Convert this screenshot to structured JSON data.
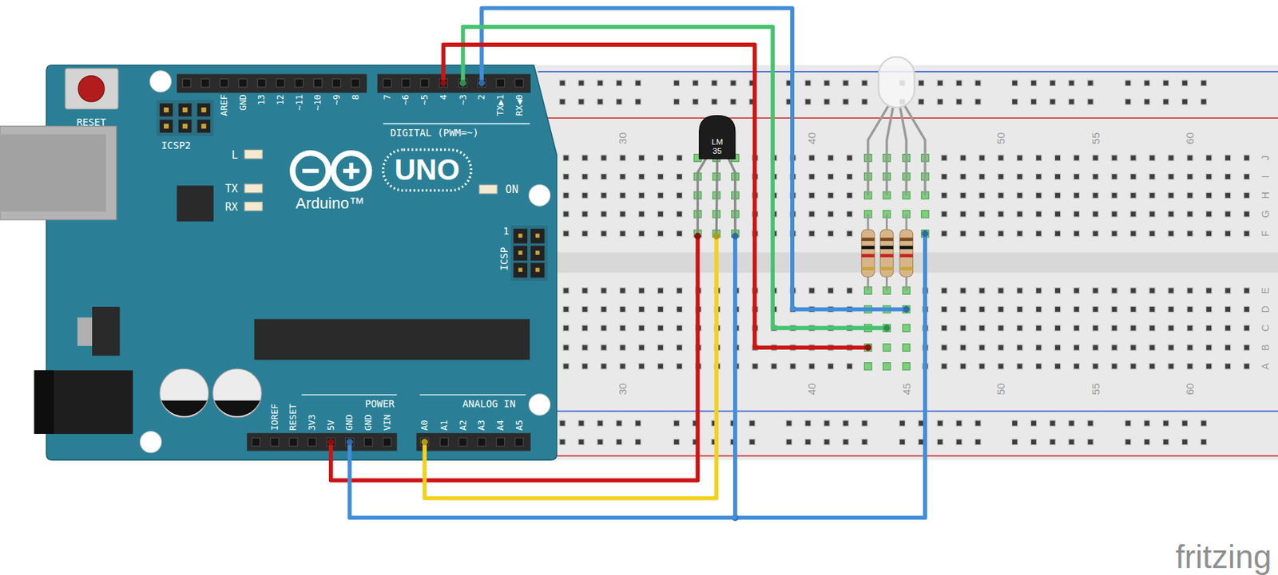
{
  "diagram": {
    "nodes": [
      {
        "text": [
          "RESET",
          "ICSP2",
          "AREF",
          "GND",
          "13",
          "12",
          "~11",
          "~10",
          "~9",
          "8",
          "7",
          "~6",
          "~5",
          "4",
          "~3",
          "2",
          "TX▶1",
          "RX◀0",
          "DIGITAL (PWM=~)",
          "L",
          "TX",
          "RX",
          "UNO",
          "Arduino™",
          "ON",
          "1",
          "ICSP",
          "IOREF",
          "RESET",
          "3V3",
          "5V",
          "GND",
          "GND",
          "VIN",
          "POWER",
          "ANALOG IN",
          "A0",
          "A1",
          "A2",
          "A3",
          "A4",
          "A5"
        ]
      },
      {
        "text": [
          "30",
          "40",
          "50",
          "55",
          "60",
          "J",
          "I",
          "H",
          "G",
          "F",
          "E",
          "D",
          "C",
          "B",
          "A",
          "30",
          "40",
          "45",
          "50",
          "55",
          "60"
        ]
      },
      {
        "text": [
          "LM 35"
        ],
        "in": 1
      }
    ],
    "edges": [
      {
        "from": 0,
        "to": 2,
        "arrow": "none"
      },
      {
        "from": 0,
        "to": 2,
        "arrow": "none"
      },
      {
        "from": 0,
        "to": 2,
        "arrow": "none"
      }
    ],
    "labels": [
      "fritzing"
    ]
  }
}
